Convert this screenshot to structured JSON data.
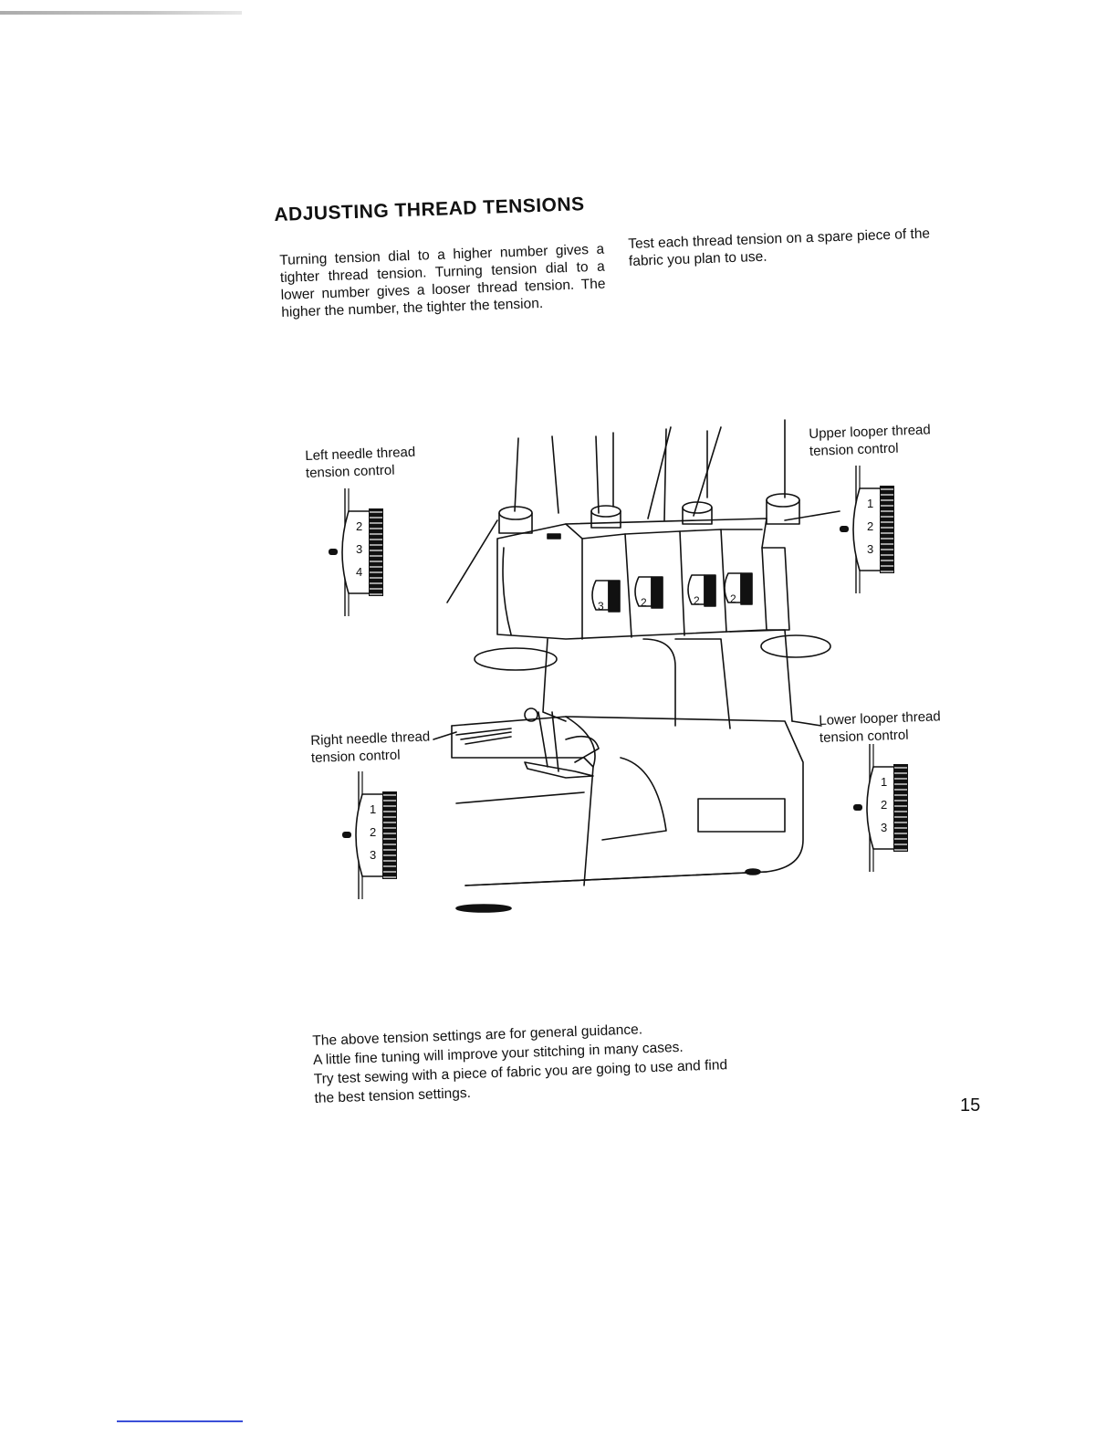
{
  "page": {
    "title": "ADJUSTING THREAD TENSIONS",
    "intro_left": "Turning tension dial to a higher number gives a tighter thread tension. Turning tension dial to a lower number gives a looser thread tension. The higher the number, the tighter the tension.",
    "intro_right": "Test each thread tension on a spare piece of the fabric you plan to use.",
    "page_number": "15"
  },
  "figure": {
    "callouts": {
      "left_needle": [
        "Left needle thread",
        "tension control"
      ],
      "upper_looper": [
        "Upper looper thread",
        "tension control"
      ],
      "right_needle": [
        "Right needle thread",
        "tension control"
      ],
      "lower_looper": [
        "Lower looper thread",
        "tension control"
      ]
    },
    "dials": {
      "left_needle": [
        "2",
        "3",
        "4"
      ],
      "upper_looper": [
        "1",
        "2",
        "3"
      ],
      "right_needle": [
        "1",
        "2",
        "3"
      ],
      "lower_looper": [
        "1",
        "2",
        "3"
      ]
    },
    "machine_dial_settings": [
      "3",
      "2",
      "2",
      "2"
    ]
  },
  "footer": {
    "lines": [
      "The above tension settings are for general guidance.",
      "A little fine tuning will improve your stitching in many cases.",
      "Try test sewing with a piece of fabric you are going to use and find",
      "the best tension settings."
    ]
  }
}
